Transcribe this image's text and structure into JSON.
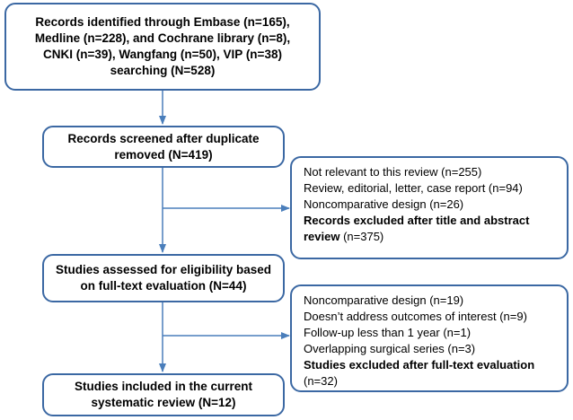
{
  "boxes": {
    "identified": [
      "Records identified through Embase (n=165),",
      "Medline (n=228), and Cochrane library (n=8),",
      "CNKI (n=39), Wangfang (n=50), VIP (n=38)",
      "searching (N=528)"
    ],
    "screened": [
      "Records screened after duplicate",
      "removed (N=419)"
    ],
    "assessed": [
      "Studies assessed for eligibility based",
      "on full-text evaluation (N=44)"
    ],
    "included": [
      "Studies included in the current",
      "systematic review (N=12)"
    ],
    "excluded_title": {
      "items": [
        "Not relevant to this review (n=255)",
        "Review, editorial, letter, case report (n=94)",
        "Noncomparative design (n=26)"
      ],
      "total_label": "Records excluded after title and abstract",
      "total_label_cont": "review",
      "total_count": " (n=375)"
    },
    "excluded_fulltext": {
      "items": [
        "Noncomparative design (n=19)",
        "Doesn’t address outcomes of interest (n=9)",
        "Follow-up less than 1 year (n=1)",
        "Overlapping surgical series (n=3)"
      ],
      "total_label": "Studies excluded after full-text evaluation",
      "total_count": "(n=32)"
    }
  },
  "colors": {
    "border": "#3b68a3",
    "arrow": "#4a7ebb"
  }
}
